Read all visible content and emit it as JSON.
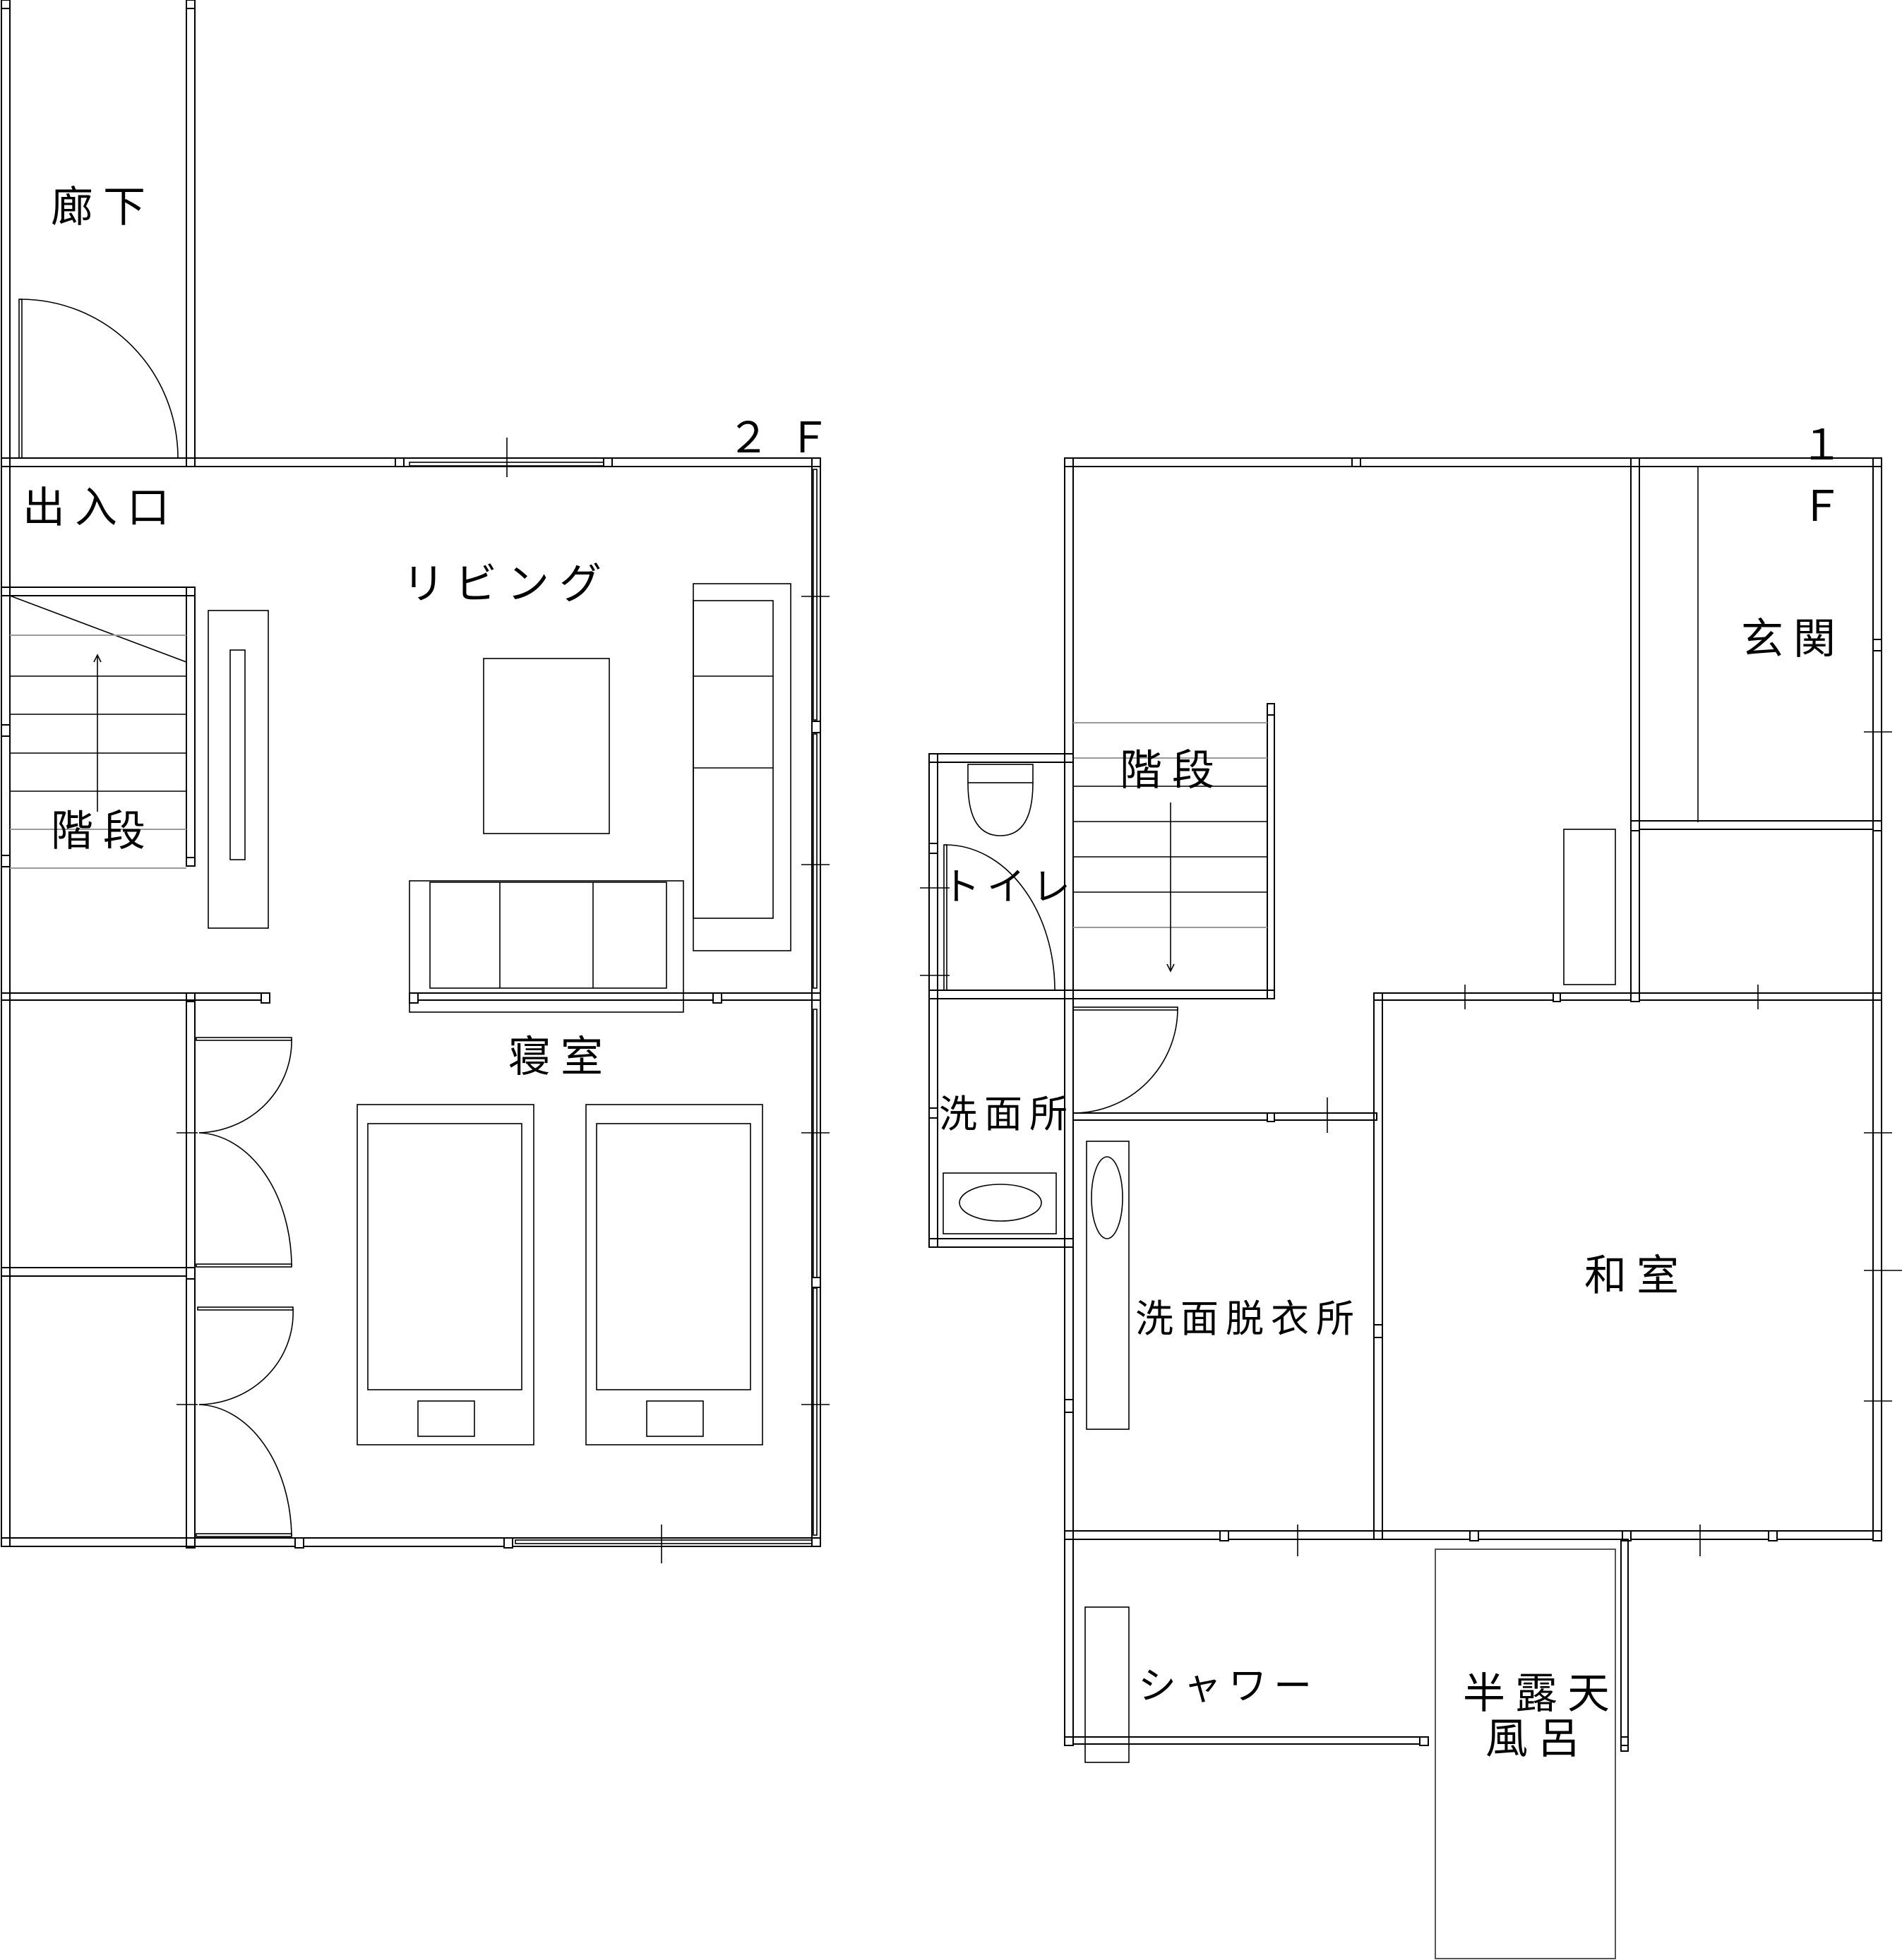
{
  "floors": {
    "second": {
      "label": "２Ｆ",
      "rooms": {
        "corridor": "廊下",
        "entrance": "出入口",
        "living": "リビング",
        "stairs": "階段",
        "bedroom": "寝室"
      }
    },
    "first": {
      "label": "１Ｆ",
      "rooms": {
        "genkan": "玄関",
        "stairs": "階段",
        "toilet": "トイレ",
        "washroom": "洗面所",
        "dressing": "洗面脱衣所",
        "washitsu": "和室",
        "shower": "シャワー",
        "bath_line1": "半露天",
        "bath_line2": "風呂"
      }
    }
  },
  "colors": {
    "line": "#000000",
    "background": "#ffffff",
    "stair_tread": "#9a9a9a"
  }
}
